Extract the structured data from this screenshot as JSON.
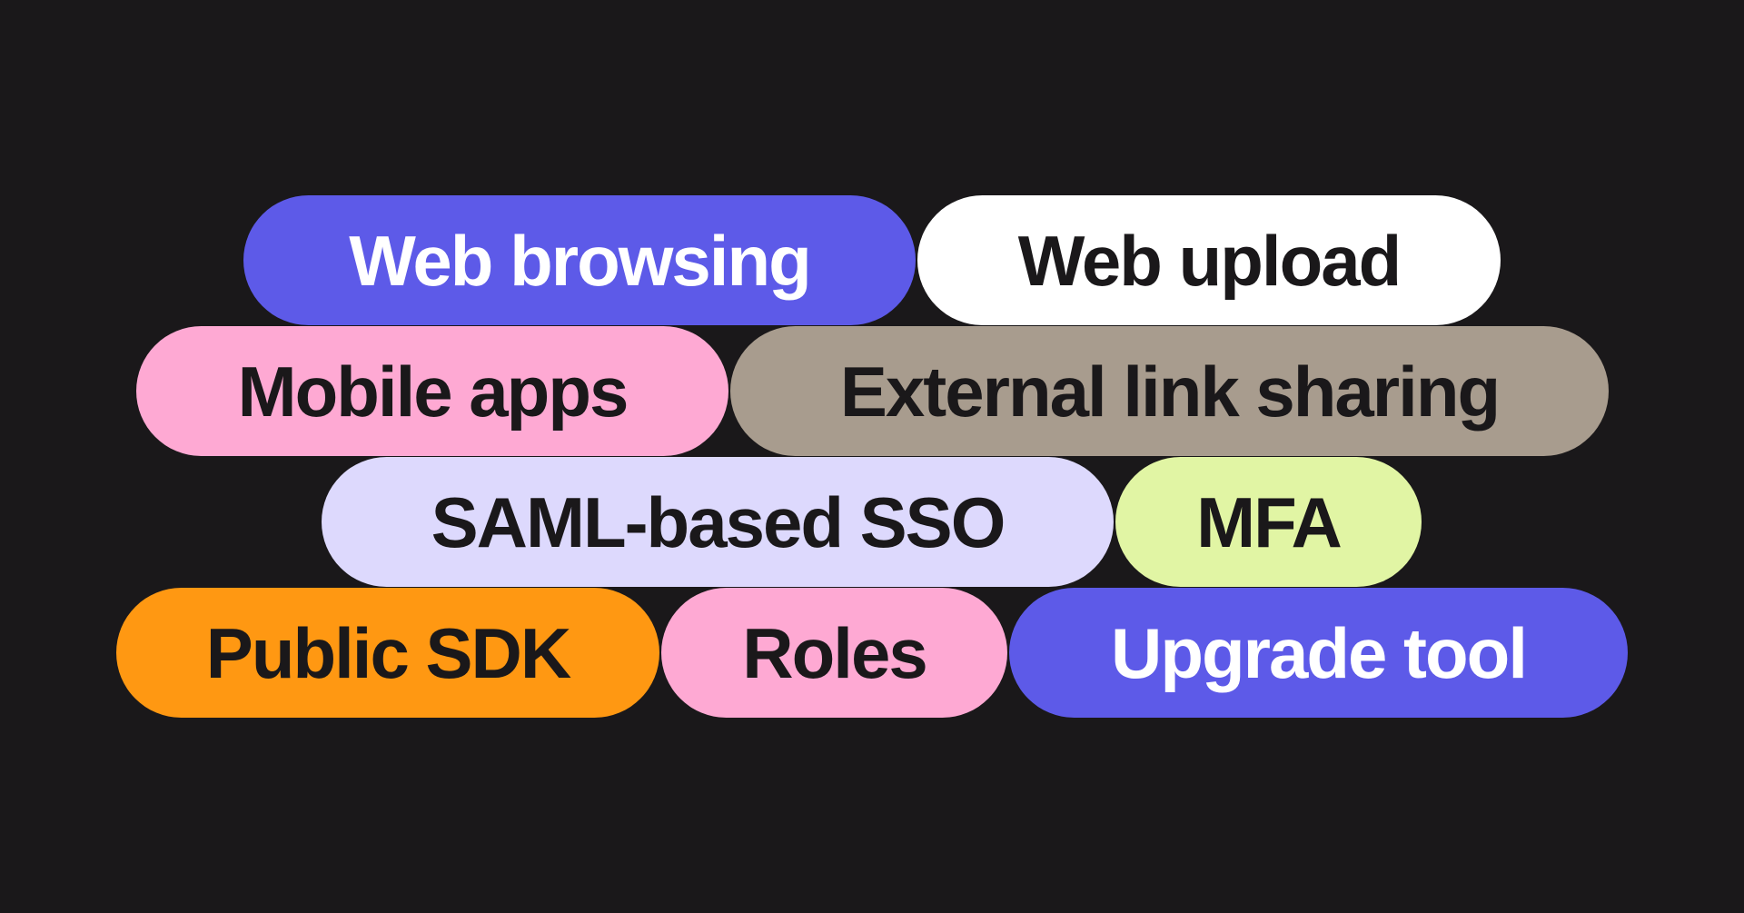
{
  "colors": {
    "background": "#1a181a",
    "text_dark": "#1a181a",
    "text_light": "#ffffff"
  },
  "tags": [
    {
      "label": "Web browsing",
      "bg": "#5d5ae8",
      "text_color": "light"
    },
    {
      "label": "Web upload",
      "bg": "#ffffff",
      "text_color": "dark"
    },
    {
      "label": "Mobile apps",
      "bg": "#fea9d3",
      "text_color": "dark"
    },
    {
      "label": "External link sharing",
      "bg": "#a89c8e",
      "text_color": "dark"
    },
    {
      "label": "SAML-based SSO",
      "bg": "#ddd9fd",
      "text_color": "dark"
    },
    {
      "label": "MFA",
      "bg": "#e1f5a4",
      "text_color": "dark"
    },
    {
      "label": "Public SDK",
      "bg": "#ff9812",
      "text_color": "dark"
    },
    {
      "label": "Roles",
      "bg": "#fea9d3",
      "text_color": "dark"
    },
    {
      "label": "Upgrade tool",
      "bg": "#5d5ae8",
      "text_color": "light"
    }
  ]
}
